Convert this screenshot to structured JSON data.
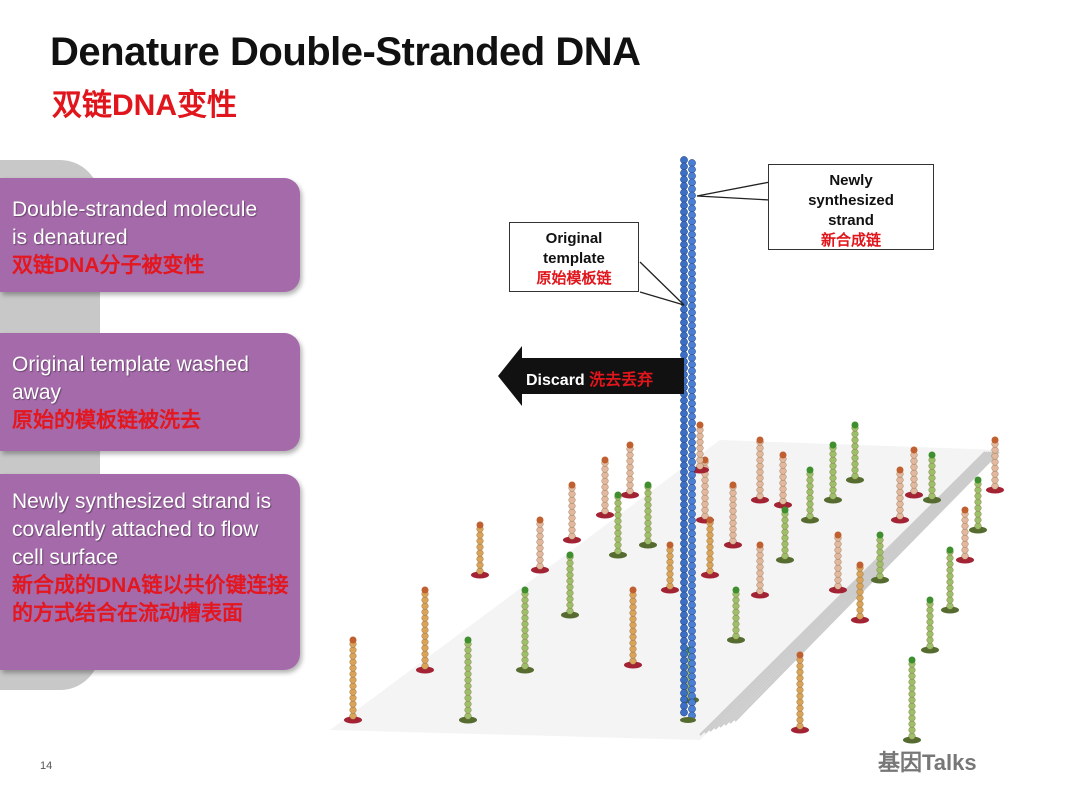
{
  "title": "Denature Double-Stranded DNA",
  "subtitle": "双链DNA变性",
  "panels": [
    {
      "en": "Double-stranded molecule is denatured",
      "zh": "双链DNA分子被变性"
    },
    {
      "en": "Original template washed away",
      "zh": "原始的模板链被洗去"
    },
    {
      "en": "Newly synthesized strand is covalently attached to flow cell surface",
      "zh": "新合成的DNA链以共价键连接的方式结合在流动槽表面"
    }
  ],
  "callouts": {
    "original": {
      "line1": "Original",
      "line2": "template",
      "zh": "原始模板链"
    },
    "newly": {
      "line1": "Newly",
      "line2": "synthesized",
      "line3": "strand",
      "zh": "新合成链"
    }
  },
  "discard": {
    "en": "Discard",
    "zh": "洗去丢弃"
  },
  "page_number": "14",
  "watermark": "基因Talks",
  "colors": {
    "panel": "#a46aa9",
    "accent": "#e0161c",
    "strand": "#3b6fc4"
  }
}
